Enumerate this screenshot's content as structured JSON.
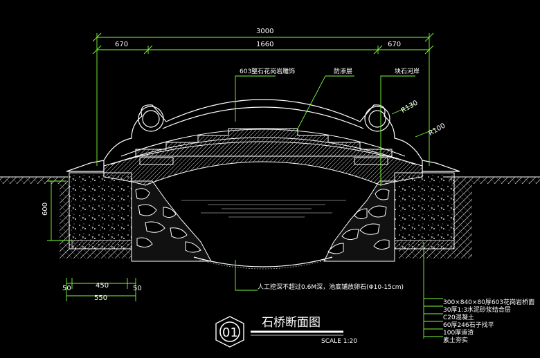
{
  "dimensions": {
    "overall": "3000",
    "left": "670",
    "center": "1660",
    "right": "670",
    "height": "600",
    "bottom_a": "50",
    "bottom_b": "450",
    "bottom_c": "50",
    "bottom_total": "550",
    "radius_1": "R130",
    "radius_2": "R100"
  },
  "annotations": {
    "rail": "603整石花岗岩雕饰",
    "waterproof": "防渗层",
    "bank_stone": "块石河岸",
    "excavation": "人工挖深不超过0.6M深，池底铺放卵石(Φ10-15cm)"
  },
  "layers": [
    "300×840×80厚603花岗岩桥面",
    "30厚1:3水泥砂浆结合层",
    "C20混凝土",
    "60厚246石子找平",
    "100厚道渣",
    "素土夯实"
  ],
  "title": {
    "number": "01",
    "name": "石桥断面图",
    "scale": "SCALE 1:20"
  },
  "colors": {
    "line": "#ffffff",
    "dimension": "#7cff3a",
    "background": "#000000"
  }
}
